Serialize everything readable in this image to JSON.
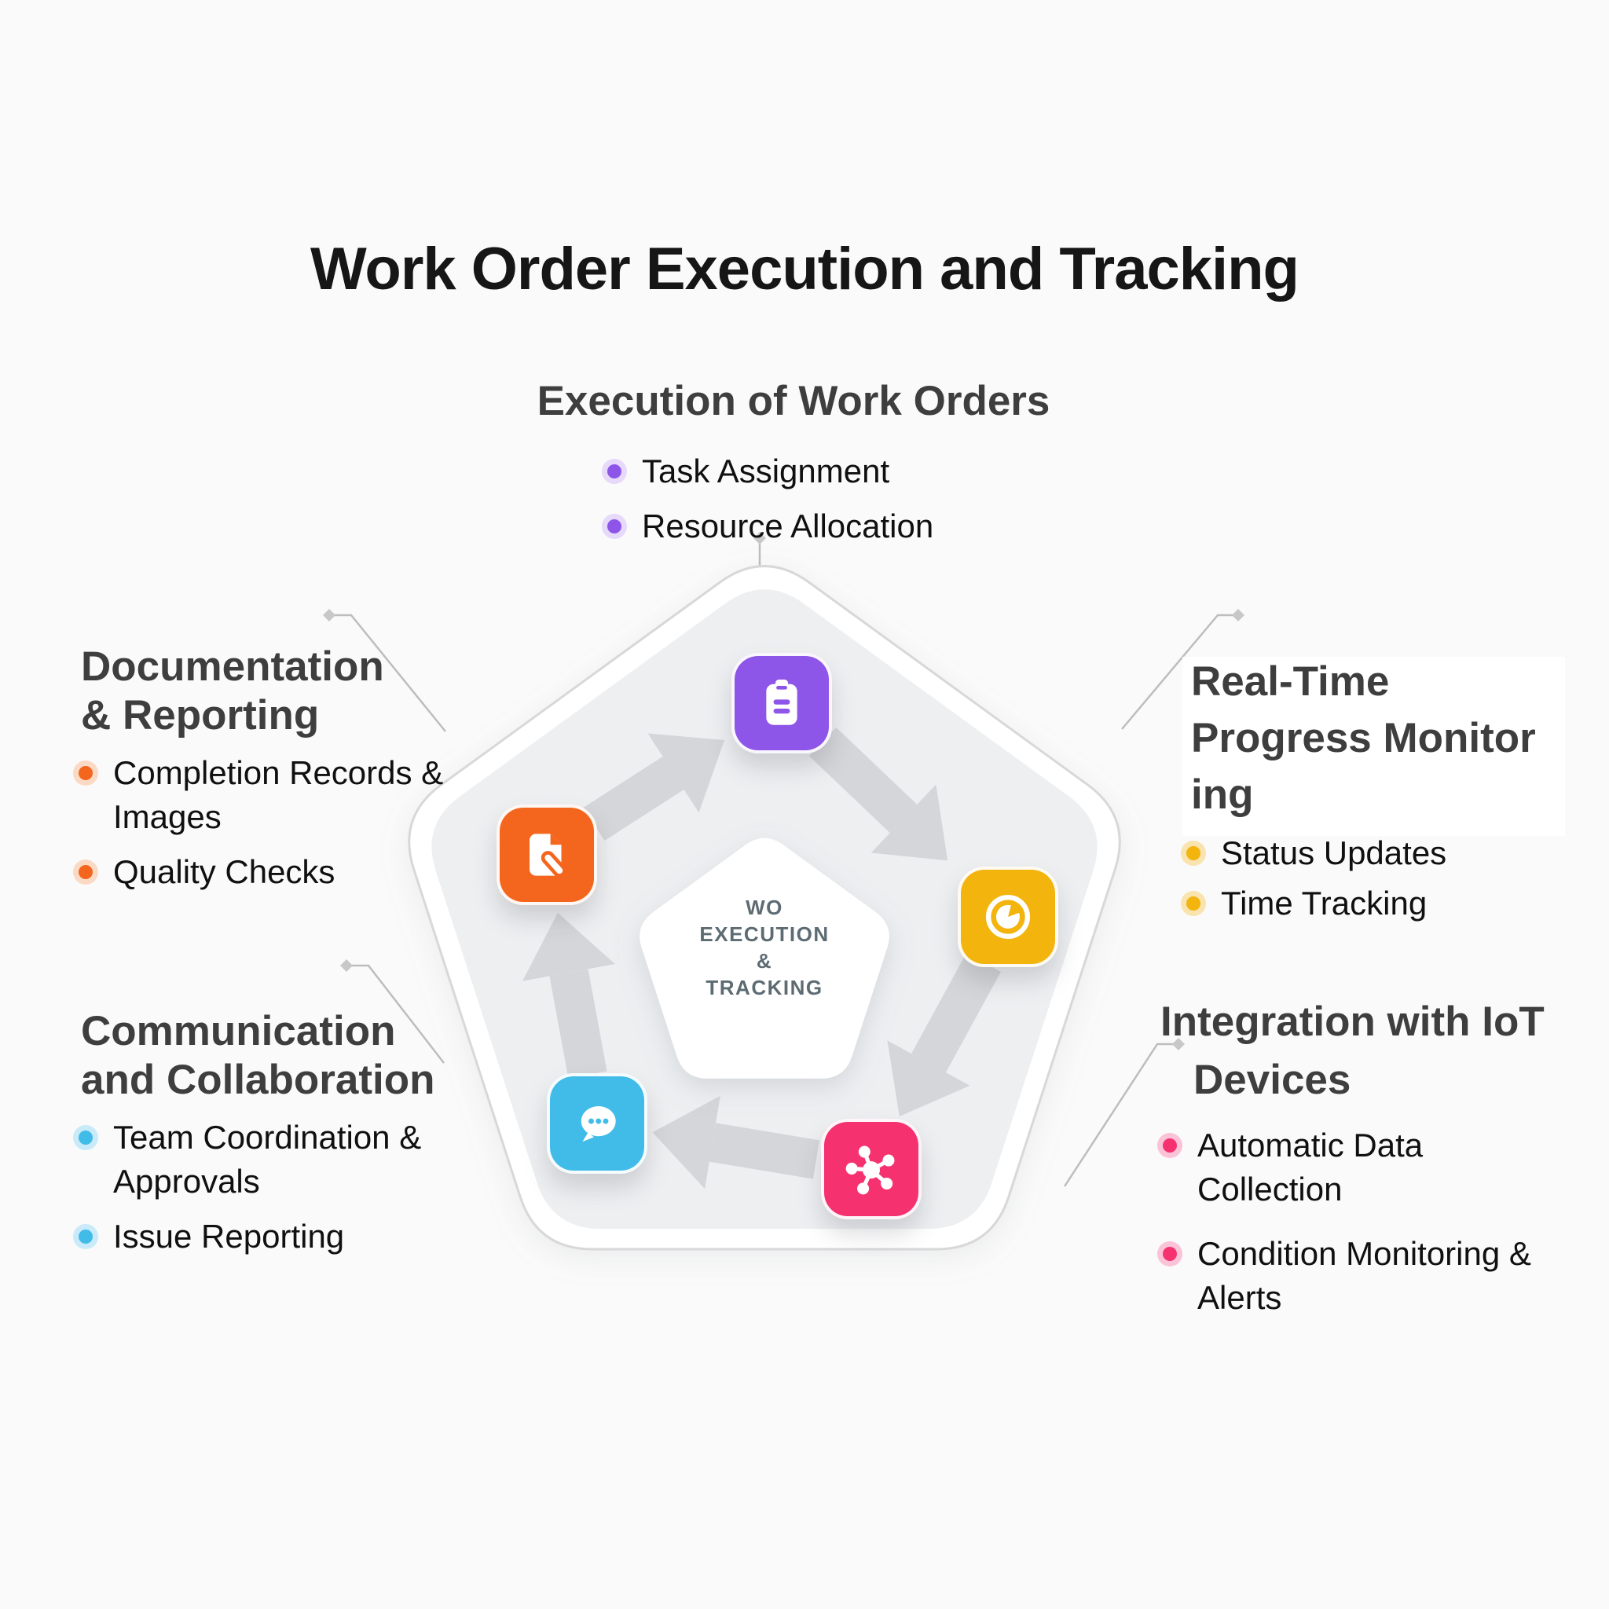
{
  "title": "Work Order Execution and Tracking",
  "center": {
    "lines": [
      "WO",
      "EXECUTION",
      "&",
      "TRACKING"
    ]
  },
  "sections": [
    {
      "name": "Execution of Work Orders",
      "title_lines": [
        "Execution of Work Orders"
      ],
      "items": [
        {
          "lines": [
            "Task Assignment"
          ]
        },
        {
          "lines": [
            "Resource Allocation"
          ]
        }
      ],
      "accent": "#8D55E8",
      "halo": "#E6D9FA",
      "icon": "clipboard-icon"
    },
    {
      "name": "Real-Time Progress Monitoring",
      "title_lines": [
        "Real-Time",
        "Progress Monitor",
        "ing"
      ],
      "items": [
        {
          "lines": [
            "Status Updates"
          ]
        },
        {
          "lines": [
            "Time Tracking"
          ]
        }
      ],
      "accent": "#F2B40D",
      "halo": "#F9E3AE",
      "icon": "timer-pie-icon"
    },
    {
      "name": "Integration with IoT Devices",
      "title_lines": [
        "Integration with IoT",
        "Devices"
      ],
      "items": [
        {
          "lines": [
            "Automatic Data",
            "Collection"
          ]
        },
        {
          "lines": [
            "Condition Monitoring &",
            "Alerts"
          ]
        }
      ],
      "accent": "#F5326F",
      "halo": "#FBC3D8",
      "icon": "iot-hub-icon"
    },
    {
      "name": "Communication and Collaboration",
      "title_lines": [
        "Communication",
        "and Collaboration"
      ],
      "items": [
        {
          "lines": [
            "Team Coordination &",
            "Approvals"
          ]
        },
        {
          "lines": [
            "Issue Reporting"
          ]
        }
      ],
      "accent": "#41BCE8",
      "halo": "#C9EAF8",
      "icon": "chat-icon"
    },
    {
      "name": "Documentation & Reporting",
      "title_lines": [
        "Documentation",
        "& Reporting"
      ],
      "items": [
        {
          "lines": [
            "Completion Records &",
            "Images"
          ]
        },
        {
          "lines": [
            "Quality Checks"
          ]
        }
      ],
      "accent": "#F4661E",
      "halo": "#FBDAC5",
      "icon": "document-pen-icon"
    }
  ],
  "colors": {
    "background": "#FAFAFA",
    "pentagon_outline": "#D8D8D8",
    "pentagon_outer_fill": "#FFFFFF",
    "pentagon_inner_fill": "#EDEFF1",
    "arrow": "#D4D6D9",
    "connector": "#BDBDBD",
    "center_text": "#5D6B73",
    "heading_text": "#3E3E3E",
    "bullet_text": "#101010",
    "title_text": "#161616"
  }
}
